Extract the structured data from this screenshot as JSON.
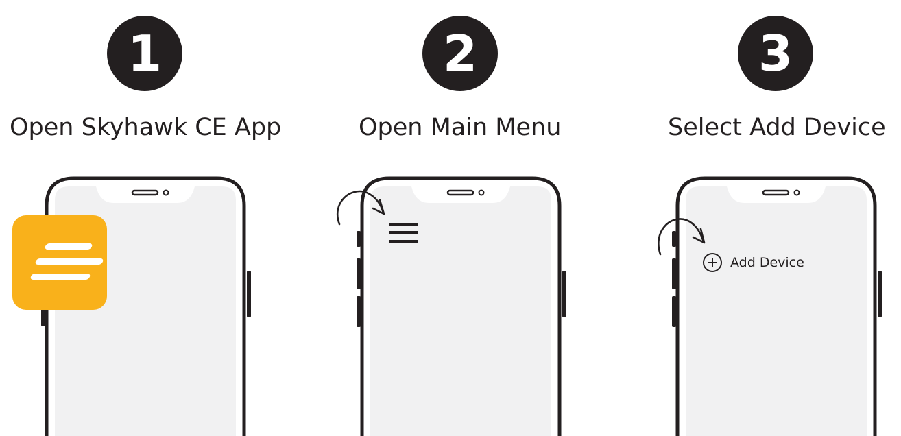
{
  "steps": [
    {
      "number": "1",
      "title": "Open Skyhawk CE App"
    },
    {
      "number": "2",
      "title": "Open Main Menu"
    },
    {
      "number": "3",
      "title": "Select Add Device"
    }
  ],
  "add_device": {
    "label": "Add Device",
    "icon": "plus-circle-icon"
  },
  "icons": {
    "app": "skyhawk-ce-app-icon",
    "menu": "hamburger-menu-icon",
    "arrow": "curved-arrow-icon"
  },
  "colors": {
    "ink": "#231f20",
    "screen": "#f1f1f2",
    "app_icon": "#f9b11b",
    "background": "#ffffff"
  }
}
